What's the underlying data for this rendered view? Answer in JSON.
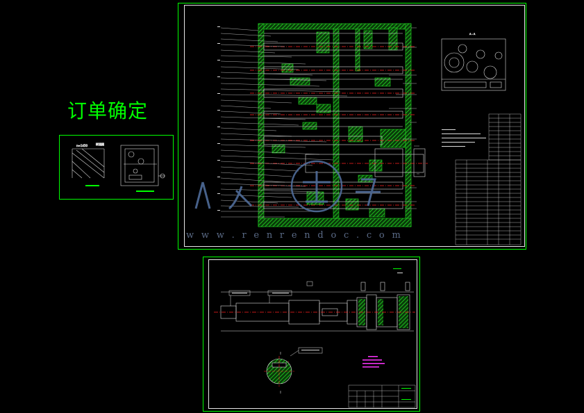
{
  "order": {
    "title": "订单确定"
  },
  "watermark": {
    "brand": "人人文库",
    "url": "w w w . r e n r e n d o c . c o m"
  },
  "colors": {
    "background": "#000000",
    "sheet_border": "#00ff00",
    "frame": "#e8e8e8",
    "hatch": "#1cc91c",
    "centerline": "#ff2020",
    "note_magenta": "#ff33ff",
    "watermark": "#4f6c9a"
  },
  "drawings": [
    {
      "id": "thumbnail-sheet",
      "content": "speed-diagram-and-layout"
    },
    {
      "id": "gearbox-assembly-sheet",
      "content": "spindle-gearbox-cross-section"
    },
    {
      "id": "shaft-part-sheet",
      "content": "spindle-shaft-part-drawing"
    }
  ]
}
